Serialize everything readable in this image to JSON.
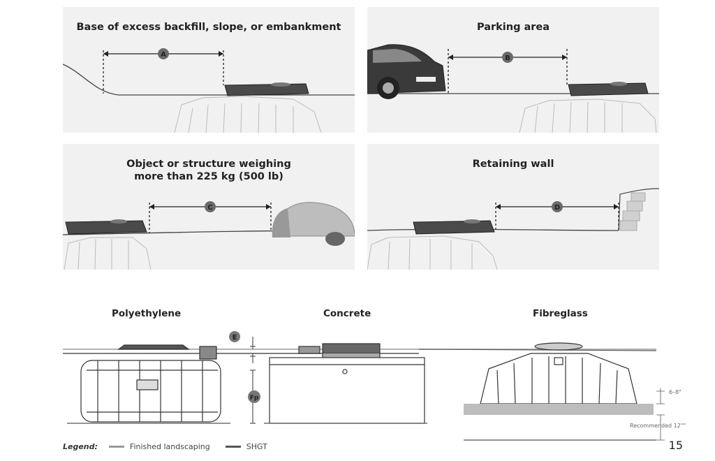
{
  "panels": [
    {
      "title": "Base of excess backfill, slope, or embankment",
      "marker": "A"
    },
    {
      "title": "Parking area",
      "marker": "B"
    },
    {
      "title_line1": "Object or structure weighing",
      "title_line2": "more than 225 kg (500 lb)",
      "marker": "C"
    },
    {
      "title": "Retaining wall",
      "marker": "D"
    }
  ],
  "materials": [
    "Polyethylene",
    "Concrete",
    "Fibreglass"
  ],
  "markers": {
    "e": "E",
    "fp": "Fp"
  },
  "fibreglass_notes": {
    "depth": "6–8\"",
    "recommended": "Recommended 12\"\""
  },
  "legend": {
    "label": "Legend:",
    "items": [
      {
        "label": "Finished landscaping",
        "color": "#9a9a9a"
      },
      {
        "label": "SHGT",
        "color": "#555555"
      }
    ]
  },
  "page_number": "15"
}
